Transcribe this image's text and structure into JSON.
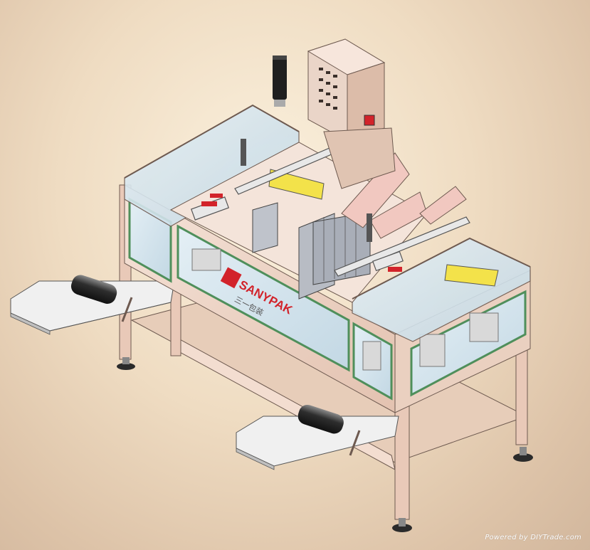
{
  "brand": {
    "logo_text": "SANYPAK",
    "logo_subtext": "三一包装",
    "accent_color": "#d2232a"
  },
  "watermark": "Powered by DIYTrade.com",
  "colors": {
    "frame": "#e9c9b8",
    "frame_edge": "#6e5a50",
    "glass": "#cfe3ee",
    "guard_green": "#4f8f5b",
    "yellow_belt": "#f3e24a"
  }
}
